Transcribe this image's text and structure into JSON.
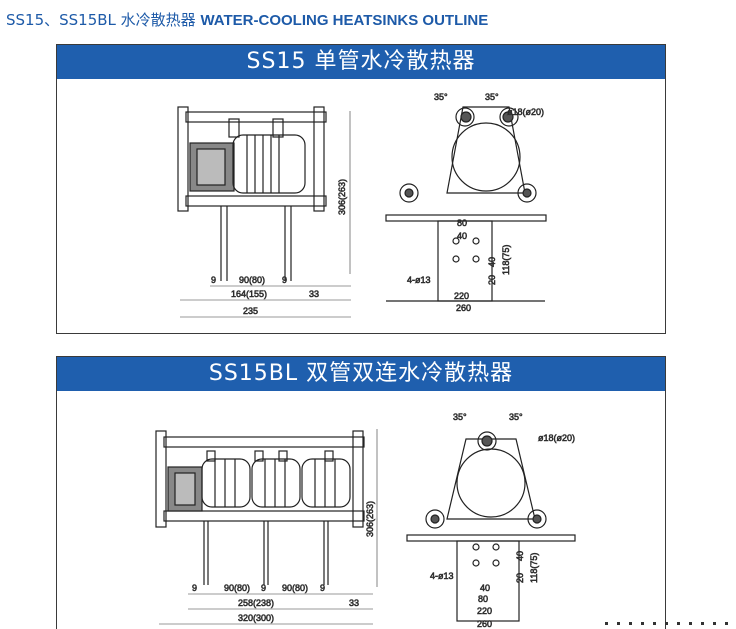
{
  "header": {
    "title_cn": "SS15、SS15BL 水冷散热器",
    "title_en": "WATER-COOLING HEATSINKS OUTLINE"
  },
  "panels": [
    {
      "title": "SS15 单管水冷散热器",
      "side_view": {
        "dims": [
          "9",
          "90(80)",
          "9",
          "164(155)",
          "33",
          "235",
          "306(263)"
        ]
      },
      "front_view": {
        "angles": [
          "35°",
          "35°"
        ],
        "hole_label": "ø18(ø20)",
        "dims": [
          "80",
          "40",
          "4-ø13",
          "40",
          "20",
          "118(75)",
          "220",
          "260"
        ]
      }
    },
    {
      "title": "SS15BL 双管双连水冷散热器",
      "side_view": {
        "dims": [
          "9",
          "90(80)",
          "9",
          "90(80)",
          "9",
          "258(238)",
          "33",
          "320(300)",
          "306(263)"
        ]
      },
      "front_view": {
        "angles": [
          "35°",
          "35°"
        ],
        "hole_label": "ø18(ø20)",
        "dims": [
          "40",
          "20",
          "118(75)",
          "4-ø13",
          "40",
          "80",
          "220",
          "260"
        ]
      }
    }
  ]
}
